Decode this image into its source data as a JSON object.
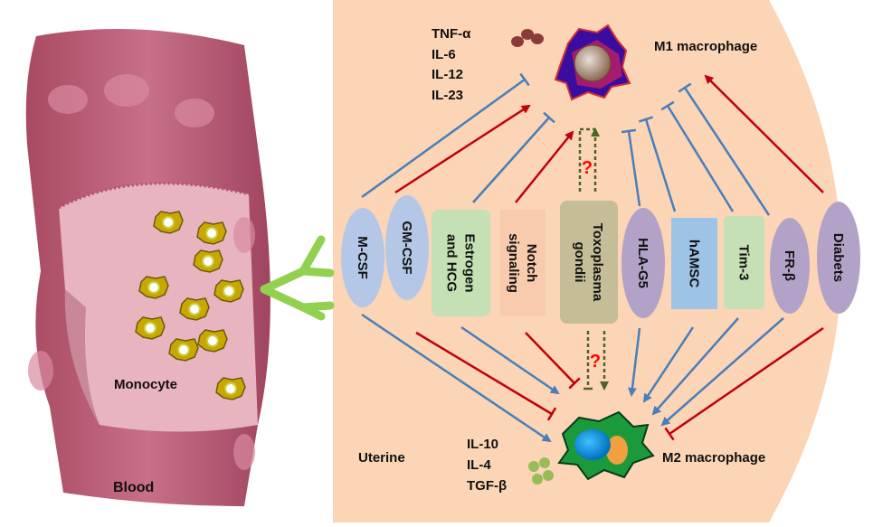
{
  "labels": {
    "cytokines_m1": [
      "TNF-α",
      "IL-6",
      "IL-12",
      "IL-23"
    ],
    "m1_macrophage": "M1 macrophage",
    "m2_macrophage": "M2 macrophage",
    "cytokines_m2": [
      "IL-10",
      "IL-4",
      "TGF-β"
    ],
    "uterine": "Uterine",
    "monocyte": "Monocyte",
    "blood": "Blood",
    "question_mark": "?"
  },
  "factors": [
    {
      "id": "mcsf",
      "label": "M-CSF"
    },
    {
      "id": "gmcsf",
      "label": "GM-CSF"
    },
    {
      "id": "estrogen",
      "label": "Estrogen and HCG"
    },
    {
      "id": "notch",
      "label": "Notch signaling"
    },
    {
      "id": "toxo",
      "label": "Toxoplasma gondii"
    },
    {
      "id": "hlag5",
      "label": "HLA-G5"
    },
    {
      "id": "hamsc",
      "label": "hAMSC"
    },
    {
      "id": "tim3",
      "label": "Tim-3"
    },
    {
      "id": "frb",
      "label": "FR-β"
    },
    {
      "id": "diabets",
      "label": "Diabets"
    }
  ],
  "colors": {
    "uterine_bg": "#fbd5b5",
    "blue_arrow": "#4a7ebb",
    "red_arrow": "#c0000a",
    "green_dotted": "#4f6228",
    "question": "#ff0000",
    "oval_blue": "#b4c7e7",
    "oval_purple": "#b3a2c7",
    "box_green": "#c5e0b4",
    "box_orange": "#f8cbad",
    "box_olive": "#c4bd97",
    "box_blue": "#9dc3e6",
    "green_chevron": "#92d050",
    "vessel": "#c06078"
  },
  "icons": [
    "m1-macrophage-icon",
    "m2-macrophage-icon",
    "monocyte-cell-icon",
    "blood-vessel-icon",
    "chevron-arrow-icon",
    "cytokine-dots-icon"
  ]
}
